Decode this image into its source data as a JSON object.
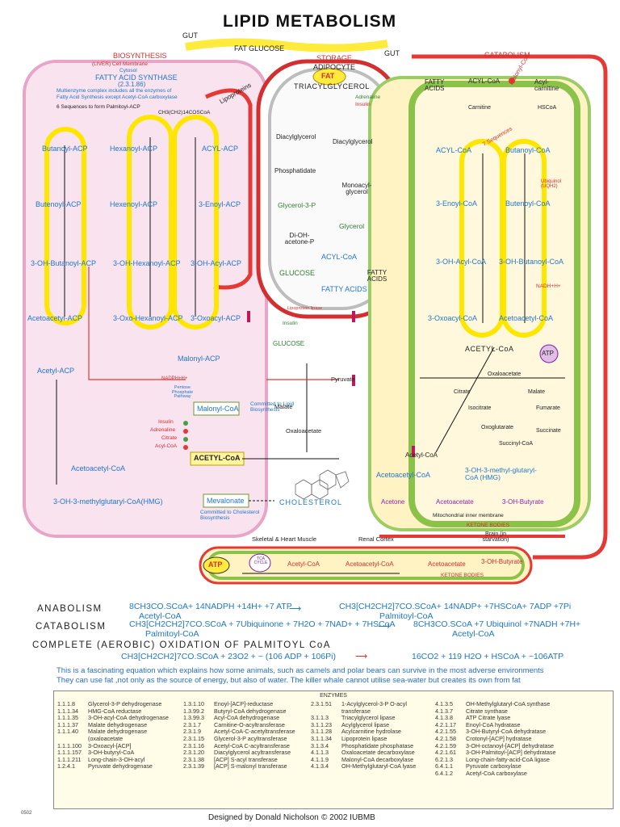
{
  "title": "LIPID METABOLISM",
  "header": {
    "gut_left": "GUT",
    "gut_right": "GUT",
    "fat_glucose": "FAT  GLUCOSE",
    "biosynthesis": "BIOSYNTHESIS",
    "storage": "STORAGE",
    "adipocyte": "ADIPOCYTE",
    "catabolism": "CATABOLISM"
  },
  "biosynthesis": {
    "liver": "(LIVER) Cell Membrane",
    "cytosol": "Cytosol",
    "fas": "FATTY ACID SYNTHASE",
    "fas_ec": "(2.3.1.86)",
    "note1": "Multienzyme complex includes all the enzymes of",
    "note2": "Fatty Acid Synthesis except Acetyl-CoA carboxylase",
    "sequences": "6 Sequences to form Palmitoyl-ACP",
    "palmitoyl": "CH3(CH2)14COSCoA",
    "lipoproteins": "Lipoproteins",
    "labels": {
      "butanoyl_acp": "Butanoyl-ACP",
      "hexanoyl_acp": "Hexanoyl-ACP",
      "acyl_acp": "ACYL-ACP",
      "butenoyl_acp": "Butenoyl-ACP",
      "hexenoyl_acp": "Hexenoyl-ACP",
      "enoyl_acp": "3-Enoyl-ACP",
      "oh_butanoyl_acp": "3-OH-Butanoyl-ACP",
      "oh_hexanoyl_acp": "3-OH-Hexanoyl-ACP",
      "oh_acyl_acp": "3-OH-Acyl-ACP",
      "acetoacetyl_acp": "Acetoacetyl-ACP",
      "oxo_hexanoyl_acp": "3-Oxo-Hexanoyl-ACP",
      "oxoacyl_acp": "3-Oxoacyl-ACP",
      "malonyl_acp": "Malonyl-ACP",
      "acetyl_acp": "Acetyl-ACP",
      "malonyl_coa": "Malonyl-CoA",
      "committed": "Committed to Lipid Biosynthesis",
      "acetyl_coa": "ACETYL-CoA",
      "acetoacetyl_coa": "Acetoacetyl-CoA",
      "hmg": "3-OH-3-methylglutaryl-CoA(HMG)",
      "mevalonate": "Mevalonate",
      "committed_chol": "Committed to Cholesterol Biosynthesis",
      "cholesterol": "CHOLESTEROL",
      "insulin": "Insulin",
      "adrenaline": "Adrenaline",
      "citrate": "Citrate",
      "acyl_coa": "Acyl-CoA",
      "pentose": "Pentose Phosphate Pathway",
      "nadph": "NADPH+H+",
      "malate": "Malate",
      "pyruvate": "Pyruvate",
      "oxaloacetate": "Oxaloacetate"
    }
  },
  "storage": {
    "fat": "FAT",
    "triacylglycerol": "TRIACYLGLYCEROL",
    "adrenaline": "Adrenaline",
    "insulin": "Insulin",
    "diacylglycerol1": "Diacylglycerol",
    "diacylglycerol2": "Diacylglycerol",
    "phosphatidate": "Phosphatidate",
    "monoacylglycerol": "Monoacyl-glycerol",
    "glycerol3p": "Glycerol-3-P",
    "glycerol": "Glycerol",
    "dihydroxyacetone": "Di-OH-acetone-P",
    "acyl_coa": "ACYL-CoA",
    "glucose": "GLUCOSE",
    "fatty_acids": "FATTY ACIDS",
    "fatty_acids2": "FATTY ACIDS",
    "lipoprotein_lipase": "Lipoprotein lipase",
    "glucose2": "GLUCOSE",
    "insulin2": "Insulin"
  },
  "catabolism": {
    "malonyl_coa": "Malonyl-CoA",
    "fatty_acids": "FATTY ACIDS",
    "acyl_coa": "ACYL-CoA",
    "acyl_carnitine": "Acyl-carnitine",
    "carnitine": "Carnitine",
    "hscoa": "HSCoA",
    "sequences": "7 Sequences",
    "acyl_coa2": "ACYL-CoA",
    "butanoyl_coa": "Butanoyl-CoA",
    "enoyl_coa": "3-Enoyl-CoA",
    "butenoyl_coa": "Butenoyl-CoA",
    "oh_acyl_coa": "3-OH-Acyl-CoA",
    "oh_butanoyl_coa": "3-OH-Butanoyl-CoA",
    "oxoacyl_coa": "3-Oxoacyl-CoA",
    "acetoacetyl_coa": "Acetoacetyl-CoA",
    "acetyl_coa": "ACETYL-CoA",
    "atp": "ATP",
    "oxaloacetate": "Oxaloacetate",
    "citrate": "Citrate",
    "malate": "Malate",
    "fumarate": "Fumarate",
    "succinate": "Succinate",
    "isocitrate": "Isocitrate",
    "oxoglutarate": "Oxoglutarate",
    "succinyl_coa": "Succinyl-CoA",
    "acetyl_coa2": "Acetyl-CoA",
    "acetoacetyl_coa2": "Acetoacetyl-CoA",
    "hmg": "3-OH-3-methyl-glutaryl-CoA (HMG)",
    "acetone": "Acetone",
    "acetoacetate": "Acetoacetate",
    "oh_butyrate": "3-OH-Butyrate",
    "inner_membrane": "Mitochondrial inner membrane",
    "ketone_bodies": "KETONE BODIES",
    "ubiquinol": "Ubiquinol (UQH2)",
    "nadh": "NADH+H+"
  },
  "bottom_band": {
    "skeletal": "Skeletal & Heart Muscle",
    "renal": "Renal Cortex",
    "brain": "Brain (in starvation)",
    "atp": "ATP",
    "tca": "TCA CYCLE",
    "acetyl_coa": "Acetyl-CoA",
    "acetoacetyl_coa": "Acetoacetyl-CoA",
    "acetoacetate": "Acetoacetate",
    "oh_butyrate": "3-OH-Butyrate",
    "ketone_bodies": "KETONE BODIES"
  },
  "equations": {
    "anabolism_label": "ANABOLISM",
    "anabolism_left": "8CH3CO.SCoA+ 14NADPH +14H+ +7 ATP",
    "anabolism_left2": "Acetyl-CoA",
    "anabolism_right": "CH3[CH2CH2]7CO.SCoA+ 14NADP+ +7HSCoA+ 7ADP +7Pi",
    "anabolism_right2": "Palmitoyl-CoA",
    "catabolism_label": "CATABOLISM",
    "catabolism_left": "CH3[CH2CH2]7CO.SCoA + 7Ubiquinone + 7H2O + 7NAD+ + 7HSCoA",
    "catabolism_left2": "Palmitoyl-CoA",
    "catabolism_right": "8CH3CO.SCoA +7 Ubiquinol +7NADH +7H+",
    "catabolism_right2": "Acetyl-CoA",
    "complete_label": "COMPLETE  (AEROBIC) OXIDATION OF PALMITOYL CoA",
    "complete_left": "CH3[CH2CH2]7CO.SCoA + 23O2 + ~ (106 ADP + 106Pi)",
    "complete_right": "16CO2 + 119 H2O + HSCoA + ~106ATP",
    "note1": "This is a fascinating equation which explains how some animals, such as camels and polar bears can survive in the most   adverse environments",
    "note2": "They can use fat ,not only as the source of energy, but also of water.  The killer whale cannot utilise sea-water but creates its own from fat"
  },
  "enzymes": {
    "title": "ENZYMES",
    "columns": [
      [
        {
          "ec": "1.1.1.8",
          "name": "Glycerol-3-P dehydrogenase"
        },
        {
          "ec": "1.1.1.34",
          "name": "HMG-CoA reductase"
        },
        {
          "ec": "1.1.1.35",
          "name": "3-OH-acyl-CoA dehydrogenase"
        },
        {
          "ec": "1.1.1.37",
          "name": "Malate dehydrogenase"
        },
        {
          "ec": "1.1.1.40",
          "name": "Malate dehydrogenase"
        },
        {
          "ec": "",
          "name": "(oxaloacetate"
        },
        {
          "ec": "1.1.1.100",
          "name": "3-Oxoacyl-[ACP]"
        },
        {
          "ec": "1.1.1.157",
          "name": "3-OH-butyryl-CoA"
        },
        {
          "ec": "1.1.1.211",
          "name": "Long-chain-3-OH-acyl"
        },
        {
          "ec": "1.2.4.1",
          "name": "Pyruvate dehydrogenase"
        }
      ],
      [
        {
          "ec": "1.3.1.10",
          "name": "Enoyl-[ACP]-reductase"
        },
        {
          "ec": "1.3.99.2",
          "name": "Butyryl-CoA dehydrogenase"
        },
        {
          "ec": "1.3.99.3",
          "name": "Acyl-CoA dehydrogenase"
        },
        {
          "ec": "2.3.1.7",
          "name": "Carnitine-O-acyltransferase"
        },
        {
          "ec": "2.3.1.9",
          "name": "Acetyl-CoA-C-acetyltransferase"
        },
        {
          "ec": "2.3.1.15",
          "name": "Glycerol-3-P acyltransferase"
        },
        {
          "ec": "2.3.1.16",
          "name": "Acetyl-CoA C-acyltransferase"
        },
        {
          "ec": "2.3.1.20",
          "name": "Diacylglycerol acyltransferase"
        },
        {
          "ec": "2.3.1.38",
          "name": "[ACP] S-acyl transferase"
        },
        {
          "ec": "2.3.1.39",
          "name": "[ACP] S-malonyl transferase"
        }
      ],
      [
        {
          "ec": "2.3.1.51",
          "name": "1-Acylglycerol-3-P O-acyl"
        },
        {
          "ec": "",
          "name": "transferase"
        },
        {
          "ec": "3.1.1.3",
          "name": "Triacylglycerol lipase"
        },
        {
          "ec": "3.1.1.23",
          "name": "Acylglycerol lipase"
        },
        {
          "ec": "3.1.1.28",
          "name": "Acylcarnitine hydrolase"
        },
        {
          "ec": "3.1.1.34",
          "name": "Lipoprotein lipase"
        },
        {
          "ec": "3.1.3.4",
          "name": "Phosphatidate phosphatase"
        },
        {
          "ec": "4.1.1.3",
          "name": "Oxaloacetate decarboxylase"
        },
        {
          "ec": "4.1.1.9",
          "name": "Malonyl-CoA decarboxylase"
        },
        {
          "ec": "4.1.3.4",
          "name": "OH-Methylglutaryl-CoA lyase"
        }
      ],
      [
        {
          "ec": "4.1.3.5",
          "name": "OH-Methylglutaryl-CoA synthase"
        },
        {
          "ec": "4.1.3.7",
          "name": "Citrate synthase"
        },
        {
          "ec": "4.1.3.8",
          "name": "ATP Citrate lyase"
        },
        {
          "ec": "4.2.1.17",
          "name": "Enoyl-CoA hydratase"
        },
        {
          "ec": "4.2.1.55",
          "name": "3-OH-Butyryl-CoA dehydratase"
        },
        {
          "ec": "4.2.1.58",
          "name": "Crotonyl-[ACP] hydratase"
        },
        {
          "ec": "4.2.1.59",
          "name": "3-OH-octanoyl-[ACP] dehydratase"
        },
        {
          "ec": "4.2.1.61",
          "name": "3-OH-Palmitoyl-[ACP] dehydratase"
        },
        {
          "ec": "6.2.1.3",
          "name": "Long-chain-fatty-acid-CoA ligase"
        },
        {
          "ec": "6.4.1.1",
          "name": "Pyruvate carboxylase"
        },
        {
          "ec": "6.4.1.2",
          "name": "Acetyl-CoA carboxylase"
        }
      ]
    ]
  },
  "footer": {
    "code": "0502",
    "designer": "Designed by Donald Nicholson",
    "copyright": "© 2002 IUBMB"
  }
}
